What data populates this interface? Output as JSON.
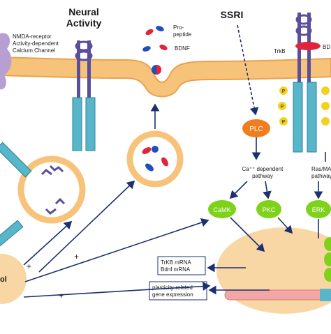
{
  "labels": {
    "neural_activity_line1": "Neural",
    "neural_activity_line2": "Activity",
    "ssri": "SSRI",
    "nmda_line1": "NMDA-receptor",
    "nmda_line2": "Activity-dependent",
    "nmda_line3": "Calcium Channel",
    "propeptide_line1": "Pro-",
    "propeptide_line2": "peptide",
    "bdnf": "BDNF",
    "trkb": "TrkB",
    "bdnf_cut": "BD",
    "plc": "PLC",
    "ca_pathway_line1": "Ca⁺⁺ dependent",
    "ca_pathway_line2": "pathway",
    "ras_pathway_line1": "Ras/MAP",
    "ras_pathway_line2": "pathway",
    "camk": "CaMK",
    "pkc": "PKC",
    "erk": "ERK",
    "mrna_line1": "TrKB mRNA",
    "mrna_line2": "Bdnf mRNA",
    "gene_line1": "plasticity-related",
    "gene_line2": "gene expression",
    "plus": "+",
    "phospho": "P",
    "nucleus_left_cut": "ol"
  },
  "colors": {
    "membrane": "#f7c37a",
    "membrane_dark": "#e8a24e",
    "receptor_teal": "#57b6c9",
    "receptor_purple": "#5a4f9c",
    "plc_orange": "#f07d1e",
    "kinase_green": "#7fd21a",
    "nucleus": "#f9d7a4",
    "dna_pink": "#f2a6a6",
    "phospho_yellow": "#f3d21e",
    "bdnf_red": "#e2233b",
    "bdnf_blue": "#1f4fbf",
    "arrow_navy": "#1c2f6e",
    "nmda_lilac": "#b79fd3"
  }
}
